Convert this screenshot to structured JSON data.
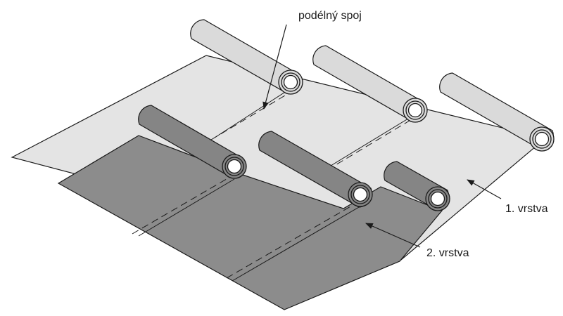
{
  "labels": {
    "longitudinal_joint": "podélný spoj",
    "layer_1": "1. vrstva",
    "layer_2": "2. vrstva"
  },
  "colors": {
    "layer_1_fill": "#e4e4e4",
    "layer_2_fill": "#8c8c8c",
    "roll_light": "#dadada",
    "roll_dark": "#858585",
    "outline": "#1a1a1a"
  }
}
